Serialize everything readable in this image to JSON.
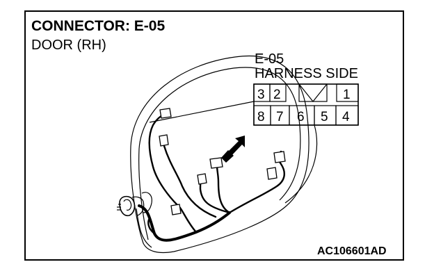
{
  "header": {
    "title": "CONNECTOR: E-05",
    "subtitle": "DOOR (RH)"
  },
  "connector": {
    "name": "E-05",
    "side": "HARNESS SIDE",
    "top_row": [
      "3",
      "2",
      "",
      "1"
    ],
    "bottom_row": [
      "8",
      "7",
      "6",
      "5",
      "4"
    ]
  },
  "figure": {
    "reference_code": "AC106601AD"
  },
  "colors": {
    "line": "#000000",
    "background": "#ffffff"
  }
}
